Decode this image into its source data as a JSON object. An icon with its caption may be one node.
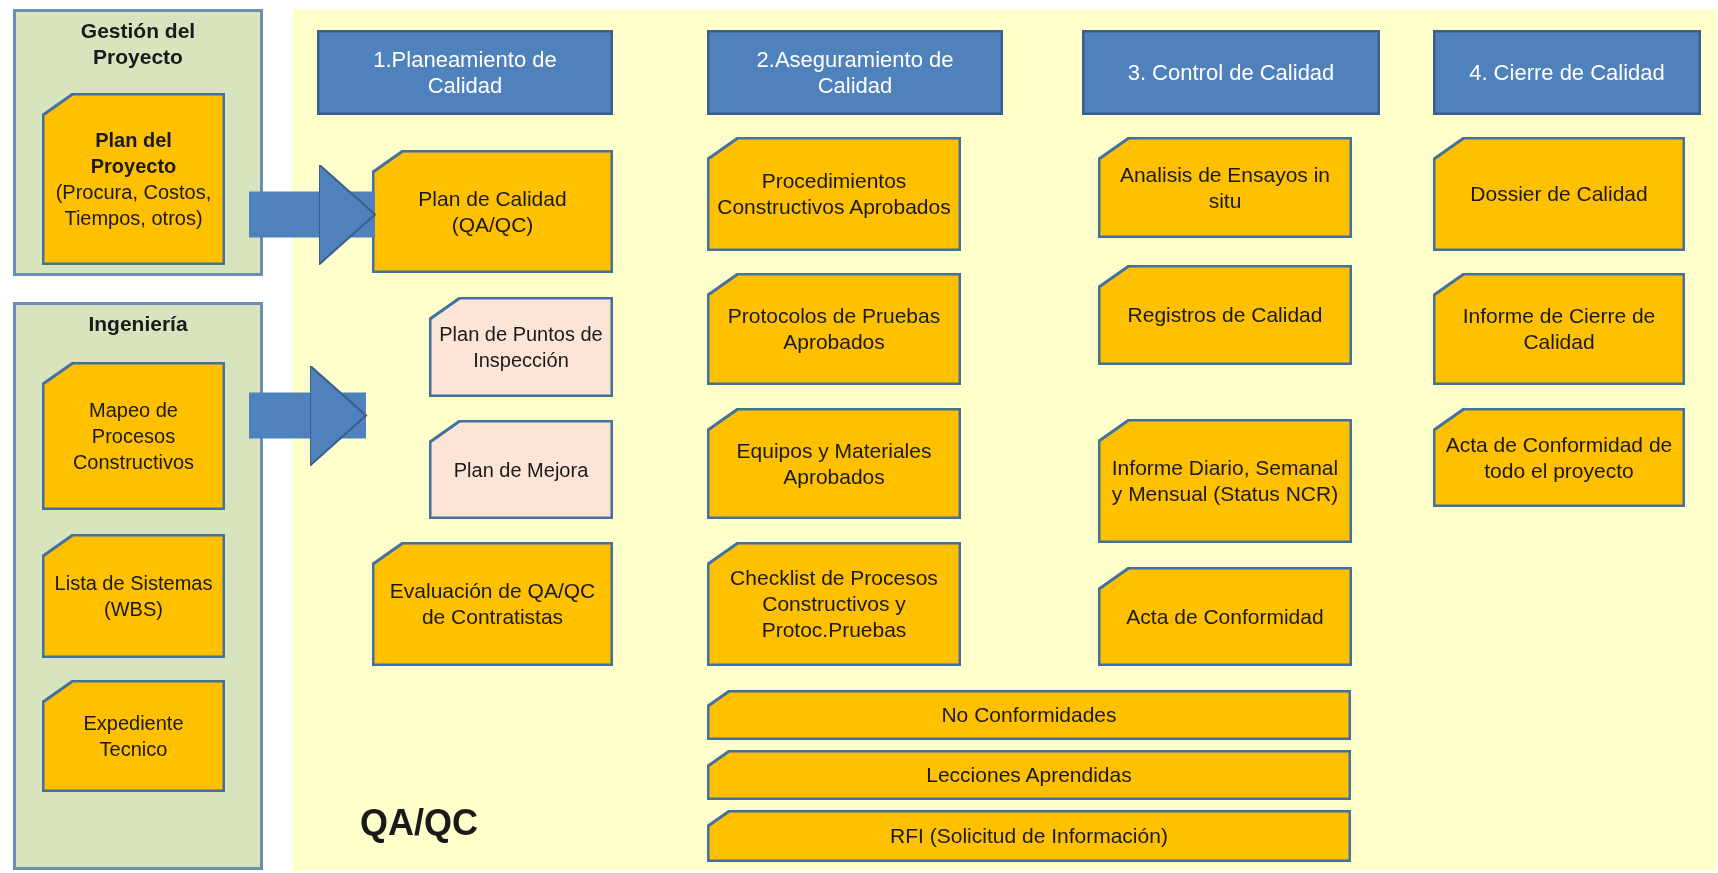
{
  "diagram": {
    "nodes": [
      {
        "text": [
          "Gestión del Proyecto"
        ]
      },
      {
        "text": [
          "Plan del Proyecto",
          "(Procura, Costos, Tiempos, otros)"
        ],
        "in": 0
      },
      {
        "text": [
          "Ingeniería"
        ]
      },
      {
        "text": [
          "Mapeo de Procesos Constructivos"
        ],
        "in": 2
      },
      {
        "text": [
          "Lista de Sistemas (WBS)"
        ],
        "in": 2
      },
      {
        "text": [
          "Expediente Tecnico"
        ],
        "in": 2
      },
      {
        "text": [
          "QA/QC"
        ]
      },
      {
        "text": [
          "1.Planeamiento de Calidad"
        ],
        "in": 6
      },
      {
        "text": [
          "Plan de  Calidad (QA/QC)"
        ],
        "in": 6
      },
      {
        "text": [
          "Plan de Puntos de Inspección"
        ],
        "in": 6
      },
      {
        "text": [
          "Plan de Mejora"
        ],
        "in": 6
      },
      {
        "text": [
          "Evaluación de QA/QC de Contratistas"
        ],
        "in": 6
      },
      {
        "text": [
          "2.Aseguramiento de Calidad"
        ],
        "in": 6
      },
      {
        "text": [
          "Procedimientos Constructivos Aprobados"
        ],
        "in": 6
      },
      {
        "text": [
          "Protocolos de Pruebas Aprobados"
        ],
        "in": 6
      },
      {
        "text": [
          "Equipos y Materiales Aprobados"
        ],
        "in": 6
      },
      {
        "text": [
          "Checklist de Procesos Constructivos y Protoc.Pruebas"
        ],
        "in": 6
      },
      {
        "text": [
          "3. Control de Calidad"
        ],
        "in": 6
      },
      {
        "text": [
          "Analisis de Ensayos in situ"
        ],
        "in": 6
      },
      {
        "text": [
          "Registros de Calidad"
        ],
        "in": 6
      },
      {
        "text": [
          "Informe Diario, Semanal y Mensual (Status NCR)"
        ],
        "in": 6
      },
      {
        "text": [
          "Acta de Conformidad"
        ],
        "in": 6
      },
      {
        "text": [
          "4. Cierre de Calidad"
        ],
        "in": 6
      },
      {
        "text": [
          "Dossier de Calidad"
        ],
        "in": 6
      },
      {
        "text": [
          "Informe de Cierre de Calidad"
        ],
        "in": 6
      },
      {
        "text": [
          "Acta de Conformidad de todo el proyecto"
        ],
        "in": 6
      },
      {
        "text": [
          "No Conformidades"
        ],
        "in": 6
      },
      {
        "text": [
          "Lecciones Aprendidas"
        ],
        "in": 6
      },
      {
        "text": [
          "RFI (Solicitud de Información)"
        ],
        "in": 6
      }
    ],
    "edges": [
      {
        "from": 0,
        "to": 8,
        "arrow": "to"
      },
      {
        "from": 2,
        "to": 6,
        "arrow": "to"
      }
    ]
  }
}
